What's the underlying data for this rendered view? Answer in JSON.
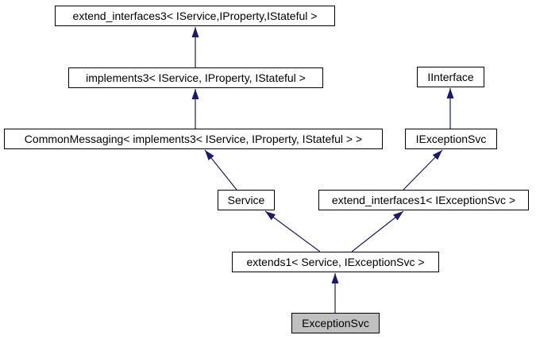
{
  "diagram": {
    "type": "class-inheritance-graph",
    "direction": "arrows-point-from-derived-to-base",
    "nodes": [
      {
        "id": "extend_interfaces3",
        "label": "extend_interfaces3< IService,IProperty,IStateful >",
        "highlighted": false
      },
      {
        "id": "implements3",
        "label": "implements3< IService, IProperty, IStateful >",
        "highlighted": false
      },
      {
        "id": "CommonMessaging",
        "label": "CommonMessaging< implements3< IService, IProperty, IStateful > >",
        "highlighted": false
      },
      {
        "id": "IInterface",
        "label": "IInterface",
        "highlighted": false
      },
      {
        "id": "IExceptionSvc",
        "label": "IExceptionSvc",
        "highlighted": false
      },
      {
        "id": "Service",
        "label": "Service",
        "highlighted": false
      },
      {
        "id": "extend_interfaces1",
        "label": "extend_interfaces1< IExceptionSvc >",
        "highlighted": false
      },
      {
        "id": "extends1",
        "label": "extends1< Service, IExceptionSvc >",
        "highlighted": false
      },
      {
        "id": "ExceptionSvc",
        "label": "ExceptionSvc",
        "highlighted": true
      }
    ],
    "edges": [
      {
        "from": "implements3",
        "to": "extend_interfaces3"
      },
      {
        "from": "CommonMessaging",
        "to": "implements3"
      },
      {
        "from": "Service",
        "to": "CommonMessaging"
      },
      {
        "from": "IExceptionSvc",
        "to": "IInterface"
      },
      {
        "from": "extend_interfaces1",
        "to": "IExceptionSvc"
      },
      {
        "from": "extends1",
        "to": "Service"
      },
      {
        "from": "extends1",
        "to": "extend_interfaces1"
      },
      {
        "from": "ExceptionSvc",
        "to": "extends1"
      }
    ]
  },
  "colors": {
    "edge": "#191970",
    "node_border": "#000000",
    "node_fill": "#ffffff",
    "highlight_fill": "#c0c0c0",
    "text": "#000000",
    "background": "#ffffff"
  }
}
